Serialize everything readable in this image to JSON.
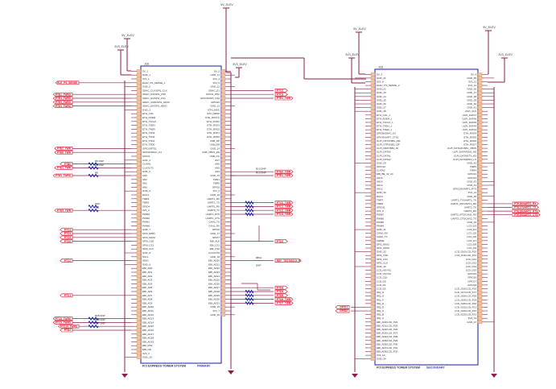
{
  "power": {
    "v5": "5V_ELEV",
    "v33": "3V3_ELEV"
  },
  "primary": {
    "ref": "J1B",
    "footer": "PCI EXPRESS TOWER SYSTEM",
    "footer_tag": "PRIMARY",
    "left_pins": [
      "5V_1",
      "GND_1",
      "3V3_1",
      "ELEV_PS_SENSE_1",
      "GND_2",
      "SDHC_CLK/SPI1_CLK",
      "SDHC_D3/SPI1_CS0",
      "SDHC_D2/SPI1_CS1",
      "SDHC_CMD/SPI1_MOSI",
      "SDHC_D0/SPI1_MISO",
      "GND_3",
      "ETH_COL",
      "ETH_RXER",
      "ETH_TXCLK",
      "ETH_TXEN",
      "ETH_TXER",
      "ETH_TXD3",
      "ETH_TXD2",
      "ETH_TXD1",
      "ETH_TXD0",
      "GPIO1/RTS1",
      "GPIO2/SDHC_D1",
      "GPIO3",
      "GND_4",
      "CLKIN1",
      "CLKOUT1",
      "GND_5",
      "AN3",
      "AN2",
      "AN1",
      "AN0",
      "GND_6",
      "DAC1",
      "TMR3",
      "TMR2",
      "GPIO4",
      "3V3_2",
      "PWM3",
      "PWM2",
      "PWM1",
      "PWM0",
      "GND_7",
      "SPI0_MISO",
      "SPI0_MOSI",
      "SPI0_CS0",
      "SPI0_CS1",
      "SPI0_CLK",
      "GND_8",
      "SCL1",
      "SDA1",
      "GND_9",
      "EBI_AD0",
      "EBI_AD1",
      "EBI_AD2",
      "EBI_AD3",
      "EBI_AD4",
      "EBI_AD5",
      "EBI_AD6",
      "EBI_AD7",
      "EBI_AD8",
      "EBI_AD9",
      "EBI_AD10",
      "EBI_AD11",
      "EBI_AD12",
      "EBI_AD13",
      "EBI_AD14",
      "EBI_AD15",
      "EBI_AD16",
      "EBI_AD17",
      "EBI_AD18",
      "EBI_AD19",
      "EBI_R/W",
      "EBI_OE",
      "3V3_3",
      "GND_10"
    ],
    "right_pins": [
      "5V_2",
      "GND_11",
      "3V3_4",
      "3V3_5",
      "GND_12",
      "SDHC_D1",
      "GPIO2_RSV",
      "GPIO19/SPI_CS2",
      "GPIO20",
      "GND_13",
      "ETH_MDC",
      "ETH_MDIO",
      "ETH_RXCLK",
      "ETH_RXDV",
      "ETH_RXD3",
      "ETH_RXD2",
      "ETH_RXD1",
      "ETH_RXD0",
      "USB_DP",
      "USB_DM",
      "GND_14",
      "USB_VBUS_EN",
      "USB_OC",
      "AN7",
      "AN6",
      "AN5",
      "AN4",
      "GND_15",
      "TMR1",
      "TMR0",
      "GPIO5",
      "3V3_6",
      "GND_16",
      "UART1_RX",
      "UART1_TX",
      "UART0_RX",
      "UART0_TX",
      "UART0_RTS",
      "UART0_CTS",
      "CAN1_TX",
      "CAN1_RX",
      "GPIO6",
      "GND_17",
      "GPIO7",
      "EBI_ALE",
      "EBI_CS1",
      "EBI_CS0",
      "CLKOUT0",
      "GND_18",
      "EBI_AD20",
      "EBI_AD21",
      "EBI_AD22",
      "EBI_AD23",
      "EBI_AD24",
      "EBI_AD25",
      "EBI_AD26",
      "EBI_AD27",
      "EBI_AD28",
      "EBI_AD29",
      "EBI_AD30",
      "EBI_AD31",
      "GND_19",
      "3V3_7",
      "GND_20"
    ],
    "left_nets": [
      {
        "label": "ELE_PS_SENSE",
        "pin": 3
      },
      {
        "label": "PTE1_TWRS",
        "pin": 6
      },
      {
        "label": "PTE4_TWRS",
        "pin": 7
      },
      {
        "label": "PTE5_TWRS",
        "pin": 8
      },
      {
        "label": "PTE3_TWRS",
        "pin": 9
      },
      {
        "label": "PTE2_TWR",
        "pin": 20
      },
      {
        "label": "PTE6_TWR",
        "pin": 21
      },
      {
        "label": "PTB0",
        "pin": 24
      },
      {
        "label": "PTE1_TWR",
        "pin": 25
      },
      {
        "label": "PTE0_TWRS",
        "pin": 27
      },
      {
        "label": "PTD5_TWR",
        "pin": 36
      },
      {
        "label": "PTC3",
        "pin": 41
      },
      {
        "label": "PTC4",
        "pin": 42
      },
      {
        "label": "PTC5",
        "pin": 43
      },
      {
        "label": "PTC6",
        "pin": 44
      },
      {
        "label": "PTC2",
        "pin": 49
      },
      {
        "label": "PTC1",
        "pin": 58
      },
      {
        "label": "PTC8_TWRS",
        "pin": 64
      },
      {
        "label": "PTC9_TWRS",
        "pin": 65
      },
      {
        "label": "PTC10_TWRS",
        "pin": 66
      },
      {
        "label": "PTD2",
        "pin": 67
      }
    ],
    "right_nets": [
      {
        "label": "PTC2",
        "pin": 5
      },
      {
        "label": "PTC3",
        "pin": 6
      },
      {
        "label": "PTE1_TWR",
        "pin": 7
      },
      {
        "label": "PTE0_TWR",
        "pin": 26
      },
      {
        "label": "PTE1_TWR",
        "pin": 27
      },
      {
        "label": "PTC0_TWR",
        "pin": 34
      },
      {
        "label": "PTC1_TWR",
        "pin": 35
      },
      {
        "label": "PTC2_TWR",
        "pin": 36
      },
      {
        "label": "PTC3_TWR",
        "pin": 37
      },
      {
        "label": "PTD2",
        "pin": 44
      },
      {
        "label": "REF_TESTMCLK_B",
        "pin": 49
      },
      {
        "label": "PTD3",
        "pin": 56
      },
      {
        "label": "PTD4",
        "pin": 57
      },
      {
        "label": "PTD5",
        "pin": 58
      },
      {
        "label": "PTD6_TWR",
        "pin": 59
      },
      {
        "label": "PTD7_TWR",
        "pin": 60
      }
    ],
    "notes": [
      {
        "text": "R6 DNP",
        "pin": 24
      },
      {
        "text": "R7 DNP",
        "pin": 25
      },
      {
        "text": "R8",
        "pin": 27
      },
      {
        "text": "DNP",
        "pin": 35
      },
      {
        "text": "R11",
        "pin": 36
      },
      {
        "text": "R25 DNP",
        "pin": 64
      },
      {
        "text": "R26 DNP",
        "pin": 65
      },
      {
        "text": "R27 DNP",
        "pin": 66
      },
      {
        "text": "R12 DNP",
        "pin": 26
      },
      {
        "text": "R13 DNP",
        "pin": 27
      },
      {
        "text": "RB11",
        "pin": 49
      },
      {
        "text": "DNP",
        "pin": 51
      }
    ]
  },
  "secondary": {
    "ref": "J1B",
    "footer": "PCI EXPRESS TOWER SYSTEM",
    "footer_tag": "SECONDARY",
    "left_pins": [
      "5V_3",
      "GND_21",
      "3V3_8",
      "ELEV_PS_SENSE_2",
      "GND_22",
      "GND_23",
      "GND_24",
      "GND_25",
      "GND_26",
      "GND_27",
      "GND_28",
      "ETH_COL_1",
      "ETH_RXER_1",
      "ETH_TXCLK_1",
      "ETH_TXEN_1",
      "ETH_TXER_1",
      "GPIO8/SDHC_D2",
      "GPIO9/UART_CTS1",
      "ULPI_NXT/USB1_DM",
      "ULPI_STP/USB1_DP",
      "ULPI_DIR/USB1_ID",
      "ULPI_DATA0",
      "ULPI_DATA1",
      "ULPI_DATA2",
      "GND_29",
      "GPIO10",
      "CLKIN2",
      "EBI_BE_32_24",
      "AN15",
      "AN14",
      "AN13",
      "AN12",
      "GND_30",
      "DAC2",
      "TMR7",
      "TMR6",
      "GPIO11",
      "3V3_9",
      "PWM7",
      "PWM6",
      "PWM5",
      "PWM4",
      "GND_31",
      "CAN0_RX",
      "CAN0_TX",
      "1WIRE",
      "SPI1_MISO",
      "SPI1_MOSI",
      "GND_32",
      "SPI1_CS0",
      "SPI1_CS1",
      "SPI1_CLK",
      "GND_33",
      "LCD_HSYNC",
      "LCD_VSYNC",
      "LCD_CLK",
      "LCD_D0",
      "LCD_D1",
      "LCD_D2",
      "IRQ_H",
      "IRQ_G",
      "IRQ_F",
      "IRQ_E",
      "IRQ_D",
      "IRQ_C",
      "IRQ_B",
      "IRQ_A",
      "EBI_AD0/LCD_P24",
      "EBI_AD1/LCD_P25",
      "EBI_AD2/LCD_P26",
      "EBI_AD3/LCD_P27",
      "EBI_AD4/LCD_P28",
      "EBI_AD5/LCD_P29",
      "EBI_AD6/LCD_P30",
      "EBI_AD7/LCD_P31",
      "EBI_AD8/LCD_P32",
      "3V3_10",
      "GND_34"
    ],
    "right_pins": [
      "5V_4",
      "GND_35",
      "3V3_11",
      "3V3_12",
      "GND_36",
      "GND_37",
      "GND_38",
      "GND_39",
      "GND_40",
      "GND_41",
      "ULPI_CLK",
      "ULPI_DATA7",
      "ULPI_DATA6",
      "ULPI_DATA5",
      "ULPI_DATA4",
      "ULPI_DATA3",
      "ETH_RXD4",
      "ETH_RXD5",
      "ETH_RXD6",
      "ETH_RXD7",
      "ULPI_DATA3/USB1_VBUS",
      "ULPI_DATA4/DIO_HS",
      "ULPI_DATA5/TX_HS",
      "ULPI_DATA6/DIO_LS",
      "GND_42",
      "TMR5",
      "TMR4",
      "GPIO12",
      "GPIO13",
      "GND_43",
      "GND_44",
      "GPIO14/UART1_RTS",
      "3V3_13",
      "GND_45",
      "UART1_TX/UART1_TX",
      "UART1_RX/UART1_RX",
      "UART2_TX",
      "UART2_RX",
      "UART2_RTS/CAN2_RX",
      "UART2_CTS/CAN2_TX",
      "GND_46",
      "LCD_D3",
      "LCD_D4",
      "LCD_D5",
      "LCD_D6",
      "LCD_D7",
      "LCD_D8",
      "LCD_D9",
      "LCD_D10/LCD_P10",
      "LCD_D11/LCD_P11",
      "LCD_D12",
      "LCD_D13",
      "LCD_D14",
      "LCD_D15",
      "GPIO15",
      "GPIO16",
      "GPIO17",
      "GPIO18",
      "LCD_D16/LCD_P16",
      "LCD_D17/LCD_P17",
      "LCD_D18/LCD_P18",
      "LCD_D19/LCD_P19",
      "LCD_D20/LCD_P20",
      "LCD_D21/LCD_P21",
      "LCD_D22/LCD_P22",
      "LCD_D23/LCD_P23",
      "3V3_14",
      "GND_47"
    ],
    "right_nets": [
      {
        "label": "PTE16/UART2_RX",
        "pin": 35
      },
      {
        "label": "PTE17/UART2_TX",
        "pin": 36
      },
      {
        "label": "PTE18/UART2_RTS",
        "pin": 37
      },
      {
        "label": "PTE19/UART2_CTS",
        "pin": 38
      }
    ],
    "left_nets": [
      {
        "label": "GPIO1",
        "pin": 63
      },
      {
        "label": "GPIO2",
        "pin": 64
      }
    ]
  },
  "colors": {
    "wire": "#8a1f4d",
    "net": "#e0001b",
    "box": "#1a1aa6",
    "pin_fill": "#f2c2a0",
    "text": "#333333"
  }
}
